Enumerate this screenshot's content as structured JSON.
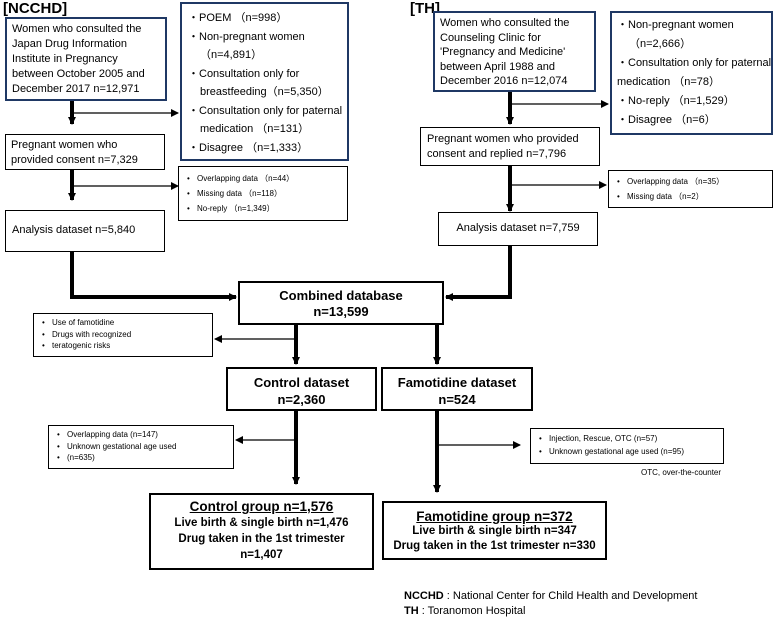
{
  "headers": {
    "ncchd": "[NCCHD]",
    "th": "[TH]"
  },
  "ncchd": {
    "source_lines": [
      "Women who consulted the",
      "Japan Drug Information",
      "Institute in Pregnancy",
      "between October 2005 and",
      "December 2017  n=12,971"
    ],
    "exclusions_lines": [
      "・POEM （n=998）",
      "・Non-pregnant women",
      "（n=4,891）",
      "・Consultation only for",
      "breastfeeding（n=5,350）",
      "・Consultation only for paternal",
      "medication （n=131）",
      "・Disagree （n=1,333）"
    ],
    "consent_lines": [
      "Pregnant women who",
      "provided consent n=7,329"
    ],
    "exclusions2": [
      "Overlapping data （n=44）",
      "Missing data （n=118）",
      "No-reply （n=1,349）"
    ],
    "analysis": "Analysis dataset  n=5,840"
  },
  "th": {
    "source_lines": [
      "Women who consulted the",
      "Counseling Clinic for",
      "'Pregnancy and Medicine'",
      "between April 1988 and",
      "December 2016  n=12,074"
    ],
    "exclusions_lines": [
      "・Non-pregnant women",
      "（n=2,666）",
      "・Consultation only for paternal",
      "medication （n=78）",
      "・No-reply （n=1,529）",
      "・Disagree （n=6）"
    ],
    "consent_lines": [
      "Pregnant women who provided",
      "consent and replied  n=7,796"
    ],
    "exclusions2": [
      "Overlapping data （n=35）",
      "Missing data （n=2）"
    ],
    "analysis": "Analysis dataset  n=7,759"
  },
  "combined": {
    "title": "Combined database",
    "n": "n=13,599"
  },
  "combined_split": [
    "Use of famotidine",
    "Drugs with recognized",
    "teratogenic risks"
  ],
  "control": {
    "title": "Control dataset",
    "n": "n=2,360",
    "exclusions": [
      "Overlapping data (n=147)",
      "Unknown gestational age used",
      "(n=635)"
    ],
    "group": "Control group n=1,576",
    "birth": "Live birth & single birth n=1,476",
    "drug": "Drug taken in the 1st trimester",
    "drug_n": "n=1,407"
  },
  "famotidine": {
    "title": "Famotidine dataset",
    "n": "n=524",
    "exclusions": [
      "Injection, Rescue, OTC (n=57)",
      "Unknown gestational age used (n=95)"
    ],
    "group": "Famotidine group n=372",
    "birth": "Live birth & single birth n=347",
    "drug": "Drug taken in the 1st trimester n=330"
  },
  "otc_note": "OTC, over-the-counter",
  "legend": {
    "ncchd_abbr": "NCCHD",
    "ncchd_full": " : National Center for Child Health and Development",
    "th_abbr": "TH",
    "th_full": " : Toranomon Hospital"
  }
}
